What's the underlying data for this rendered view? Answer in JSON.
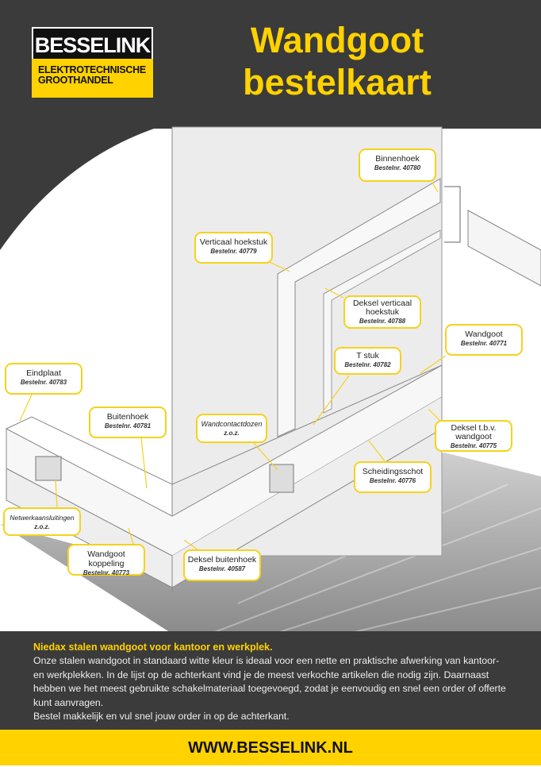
{
  "logo": {
    "name": "BESSELINK",
    "sub1": "ELEKTROTECHNISCHE",
    "sub2": "GROOTHANDEL"
  },
  "title": {
    "line1": "Wandgoot",
    "line2": "bestelkaart"
  },
  "callouts": [
    {
      "label": "Binnenhoek",
      "nr": "Bestelnr. 40780"
    },
    {
      "label": "Verticaal hoekstuk",
      "nr": "Bestelnr. 40779"
    },
    {
      "label": "Deksel verticaal hoekstuk",
      "nr": "Bestelnr. 40788"
    },
    {
      "label": "Wandgoot",
      "nr": "Bestelnr. 40771"
    },
    {
      "label": "T stuk",
      "nr": "Bestelnr. 40782"
    },
    {
      "label": "Eindplaat",
      "nr": "Bestelnr. 40783"
    },
    {
      "label": "Buitenhoek",
      "nr": "Bestelnr. 40781"
    },
    {
      "label": "Wandcontactdozen",
      "nr": "z.o.z."
    },
    {
      "label": "Deksel t.b.v. wandgoot",
      "nr": "Bestelnr. 40775"
    },
    {
      "label": "Scheidingsschot",
      "nr": "Bestelnr. 40776"
    },
    {
      "label": "Netwerkaansluitingen",
      "nr": "z.o.z."
    },
    {
      "label": "Wandgoot koppeling",
      "nr": "Bestelnr. 40773"
    },
    {
      "label": "Deksel buitenhoek",
      "nr": "Bestelnr. 40587"
    }
  ],
  "info": {
    "heading": "Niedax stalen wandgoot voor kantoor en werkplek.",
    "body": "Onze stalen wandgoot in standaard witte kleur is ideaal voor een nette en praktische afwerking van kantoor- en werkplekken. In de lijst op de achterkant vind je de meest verkochte artikelen die nodig zijn. Daarnaast hebben we het meest gebruikte schakelmateriaal toegevoegd, zodat je eenvoudig en snel een order of offerte kunt aanvragen.",
    "cta": "Bestel makkelijk en vul snel jouw order in op de achterkant."
  },
  "footer": {
    "url": "WWW.BESSELINK.NL"
  },
  "colors": {
    "dark": "#3b3b3b",
    "yellow": "#ffd200"
  }
}
